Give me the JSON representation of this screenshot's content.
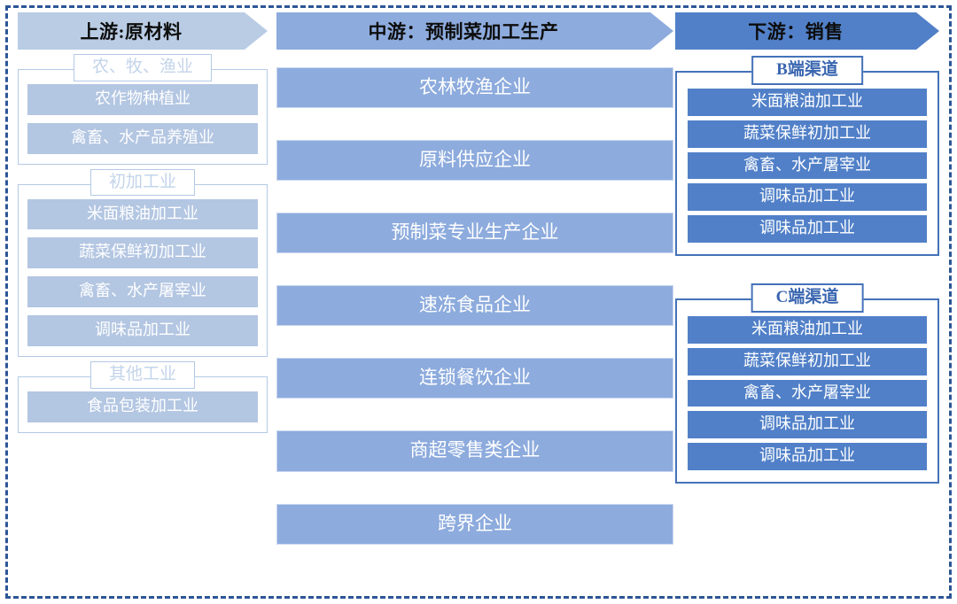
{
  "diagram": {
    "columns": [
      {
        "key": "upstream",
        "header": "上游:原材料",
        "header_color": "#b9cce4",
        "groups": [
          {
            "label": "农、牧、渔业",
            "items": [
              "农作物种植业",
              "禽畜、水产品养殖业"
            ]
          },
          {
            "label": "初加工业",
            "items": [
              "米面粮油加工业",
              "蔬菜保鲜初加工业",
              "禽畜、水产屠宰业",
              "调味品加工业"
            ]
          },
          {
            "label": "其他工业",
            "items": [
              "食品包装加工业"
            ]
          }
        ]
      },
      {
        "key": "midstream",
        "header": "中游：预制菜加工生产",
        "header_color": "#8dabdd",
        "items": [
          "农林牧渔企业",
          "原料供应企业",
          "预制菜专业生产企业",
          "速冻食品企业",
          "连锁餐饮企业",
          "商超零售类企业",
          "跨界企业"
        ]
      },
      {
        "key": "downstream",
        "header": "下游：销售",
        "header_color": "#5180c8",
        "groups": [
          {
            "label": "B端渠道",
            "items": [
              "米面粮油加工业",
              "蔬菜保鲜初加工业",
              "禽畜、水产屠宰业",
              "调味品加工业",
              "调味品加工业"
            ]
          },
          {
            "label": "C端渠道",
            "items": [
              "米面粮油加工业",
              "蔬菜保鲜初加工业",
              "禽畜、水产屠宰业",
              "调味品加工业",
              "调味品加工业"
            ]
          }
        ]
      }
    ],
    "colors": {
      "frame_dash": "#2e5596",
      "light_bar": "#b3c6e2",
      "light_border": "#b4c9e6",
      "mid_bar": "#8dabdd",
      "dark_bar": "#5180c8",
      "dark_border": "#4472b8"
    }
  }
}
